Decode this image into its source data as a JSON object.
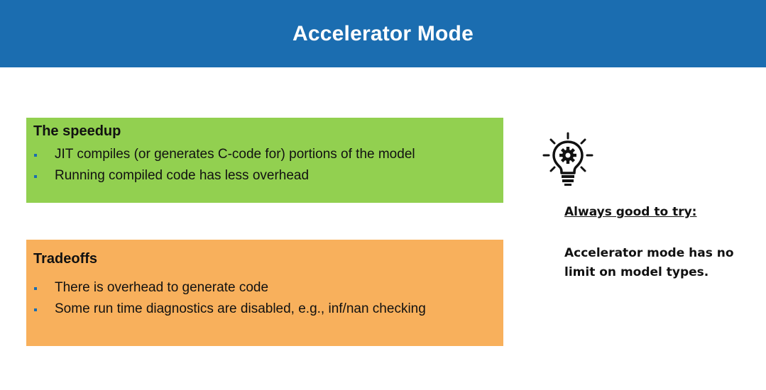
{
  "header": {
    "title": "Accelerator Mode",
    "background_color": "#1b6db0"
  },
  "speedup_box": {
    "title": "The speedup",
    "background_color": "#92d050",
    "items": [
      "JIT compiles (or generates C-code for) portions of the model",
      "Running compiled code has less overhead"
    ]
  },
  "tradeoffs_box": {
    "title": "Tradeoffs",
    "background_color": "#f8b05c",
    "items": [
      "There is overhead to generate code",
      "Some run time diagnostics are disabled, e.g., inf/nan checking"
    ]
  },
  "sidebar": {
    "icon": "lightbulb-gear-icon",
    "heading": "Always good to try:",
    "text": "Accelerator mode has no limit on model types."
  }
}
